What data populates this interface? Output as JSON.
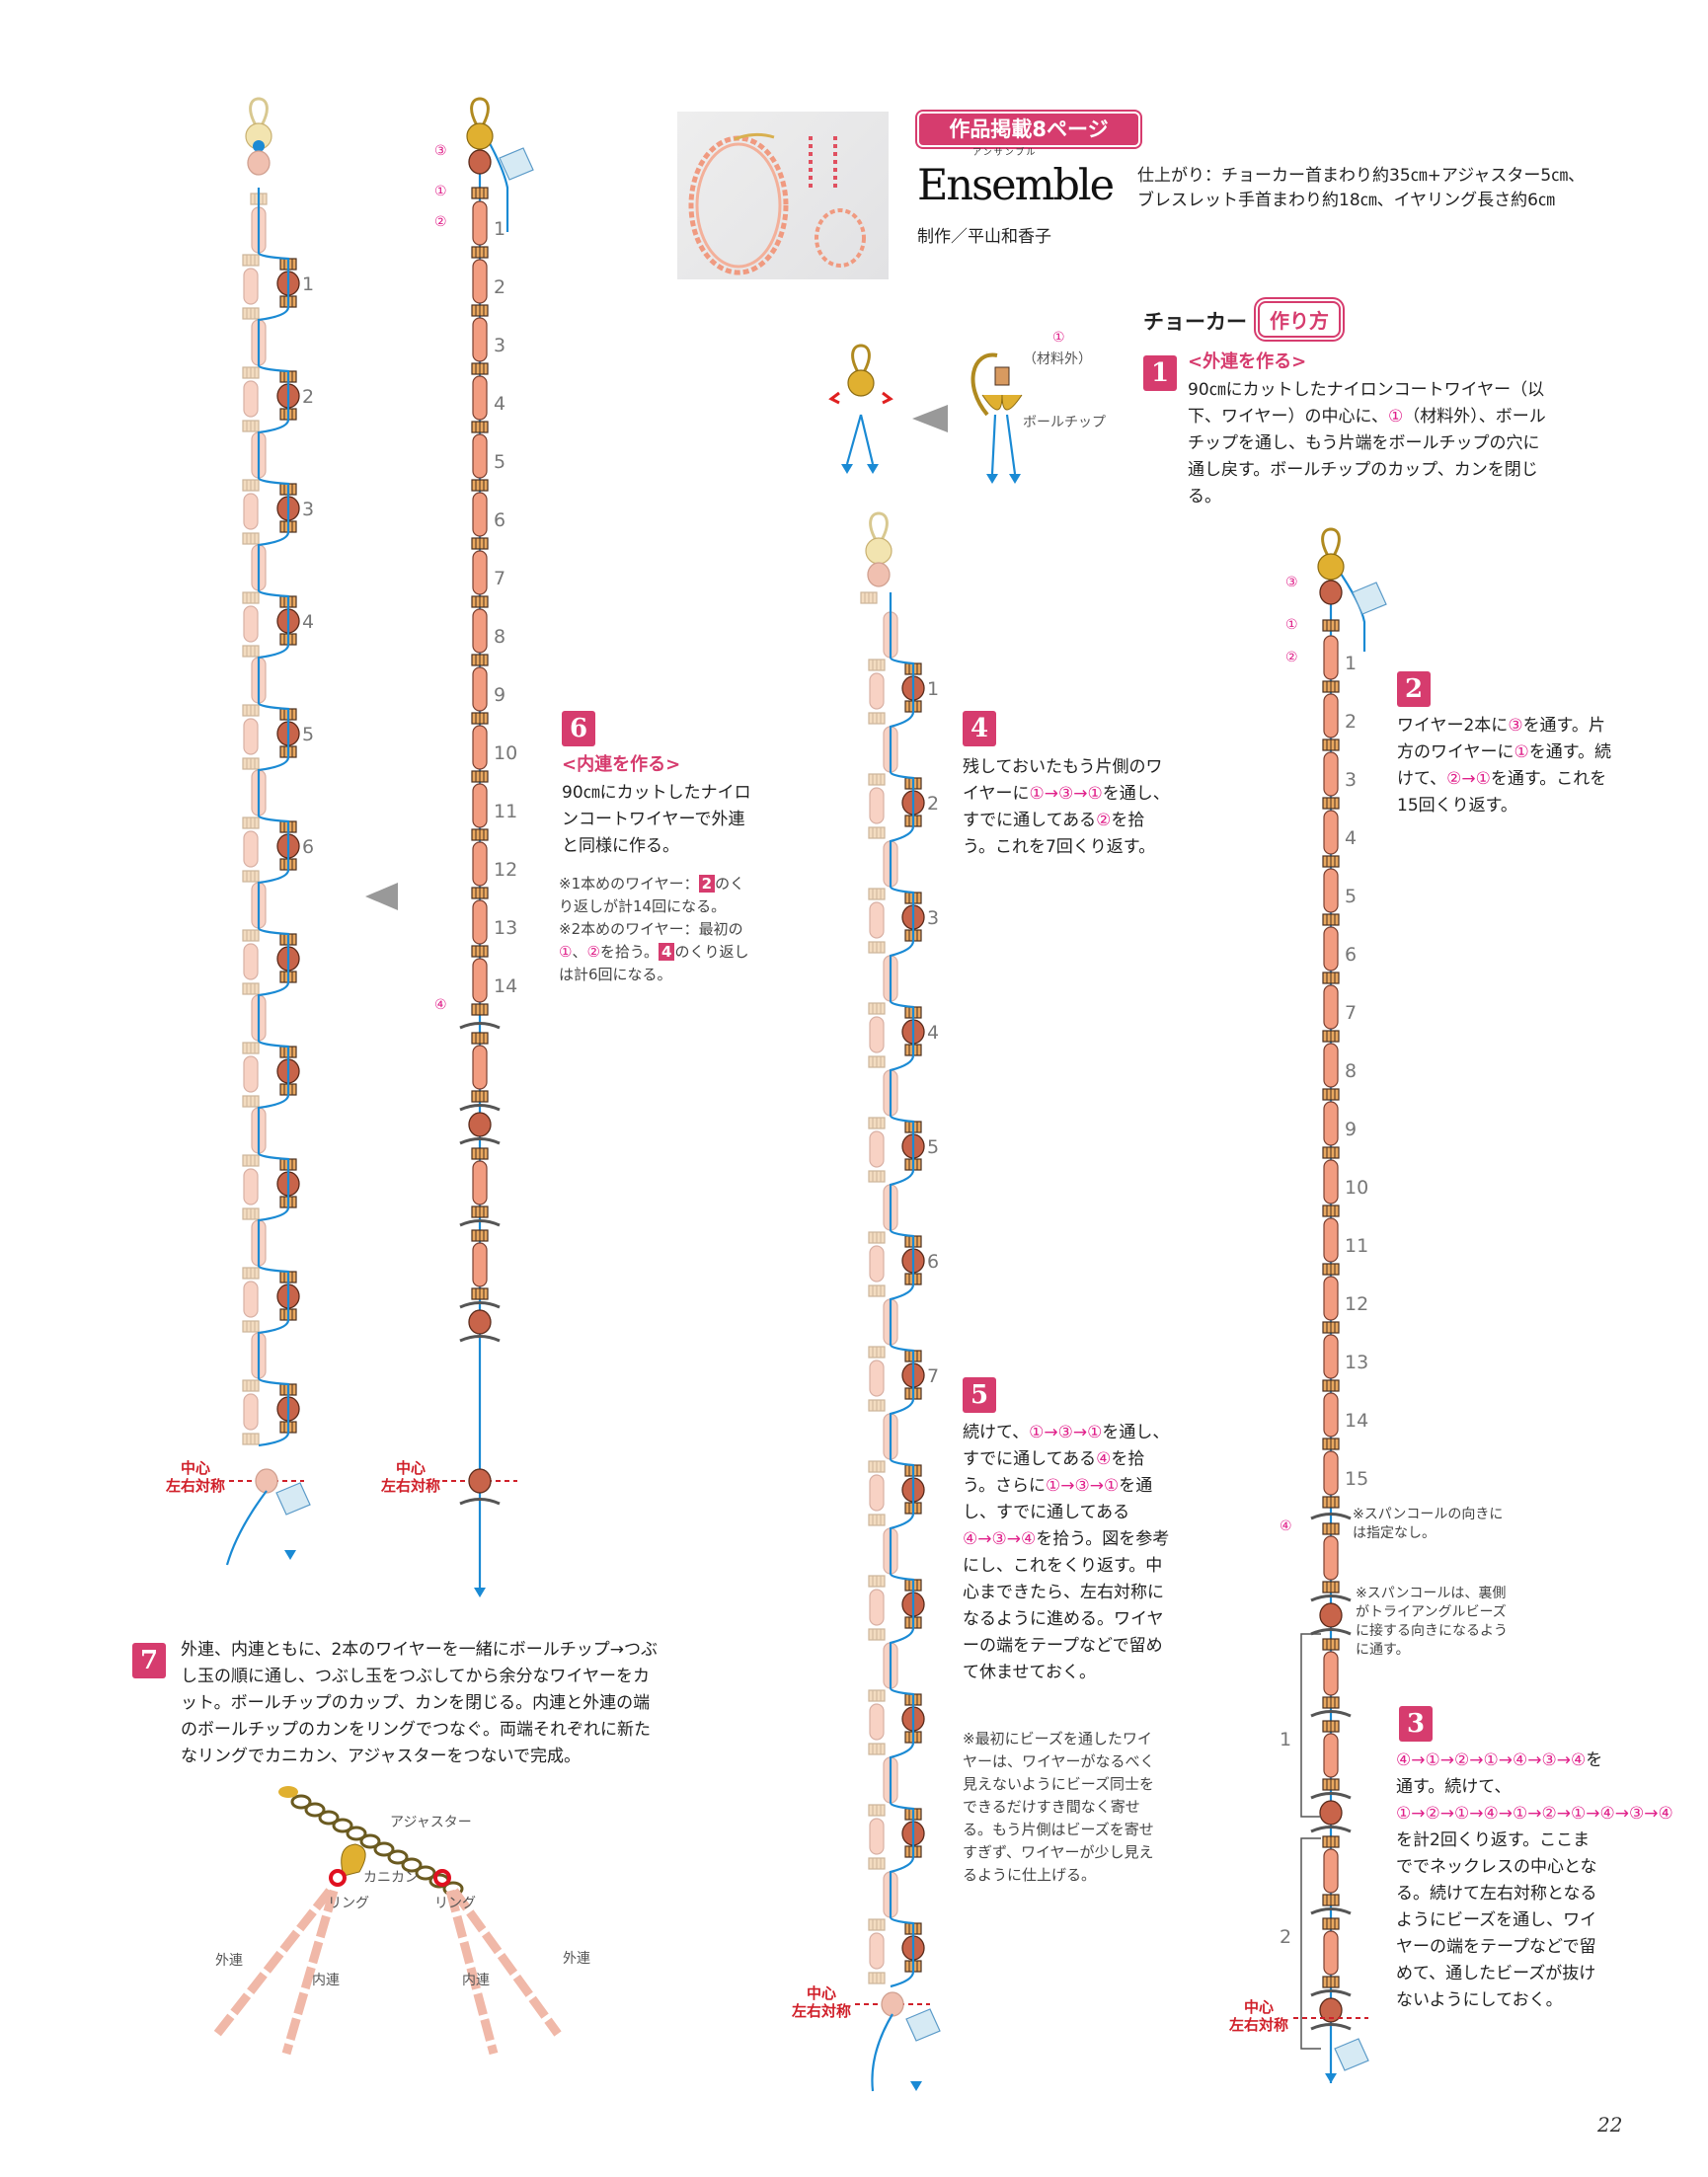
{
  "header": {
    "page_badge": "作品掲載8ページ",
    "title_ruby": "アンサンブル",
    "title": "Ensemble",
    "spec_line1": "仕上がり：チョーカー首まわり約35㎝+アジャスター5㎝、",
    "spec_line2": "ブレスレット手首まわり約18㎝、イヤリング長さ約6㎝",
    "maker": "制作／平山和香子"
  },
  "section": {
    "name": "チョーカー",
    "howto": "作り方"
  },
  "step1": {
    "num": "1",
    "sub": "<外連を作る>",
    "text": "90㎝にカットしたナイロンコートワイヤー（以下、ワイヤー）の中心に、①（材料外）、ボールチップを通し、もう片端をボールチップの穴に通し戻す。ボールチップのカップ、カンを閉じる。",
    "label_circle": "①",
    "label_material": "（材料外）",
    "label_ballchip": "ボールチップ"
  },
  "step2": {
    "num": "2",
    "text": "ワイヤー2本に③を通す。片方のワイヤーに①を通す。続けて、②→①を通す。これを15回くり返す。"
  },
  "step3": {
    "num": "3",
    "text": "④→①→②→①→④→③→④を通す。続けて、①→②→①→④→①→②→①→④→③→④を計2回くり返す。ここまででネックレスの中心となる。続けて左右対称となるようにビーズを通し、ワイヤーの端をテープなどで留めて、通したビーズが抜けないようにしておく。"
  },
  "step4": {
    "num": "4",
    "text": "残しておいたもう片側のワイヤーに①→③→①を通し、すでに通してある②を拾う。これを7回くり返す。"
  },
  "step5": {
    "num": "5",
    "text": "続けて、①→③→①を通し、すでに通してある④を拾う。さらに①→③→①を通し、すでに通してある④→③→④を拾う。図を参考にし、これをくり返す。中心まできたら、左右対称になるように進める。ワイヤーの端をテープなどで留めて休ませておく。",
    "note": "※最初にビーズを通したワイヤーは、ワイヤーがなるべく見えないようにビーズ同士をできるだけすき間なく寄せる。もう片側はビーズを寄せすぎず、ワイヤーが少し見えるように仕上げる。"
  },
  "step6": {
    "num": "6",
    "sub": "<内連を作る>",
    "text": "90㎝にカットしたナイロンコートワイヤーで外連と同様に作る。",
    "note1_pre": "※1本めのワイヤー：",
    "note1_badge": "2",
    "note1_post": "のくり返しが計14回になる。",
    "note2_pre": "※2本めのワイヤー：最初の①、②を拾う。",
    "note2_badge": "4",
    "note2_post": "のくり返しは計6回になる。"
  },
  "step7": {
    "num": "7",
    "text": "外連、内連ともに、2本のワイヤーを一緒にボールチップ→つぶし玉の順に通し、つぶし玉をつぶしてから余分なワイヤーをカット。ボールチップのカップ、カンを閉じる。内連と外連の端のボールチップのカンをリングでつなぐ。両端それぞれに新たなリングでカニカン、アジャスターをつないで完成。",
    "labels": {
      "adjuster": "アジャスター",
      "clasp": "カニカン",
      "ring_left": "リング",
      "ring_right": "リング",
      "outer_left": "外連",
      "inner_left": "内連",
      "inner_right": "内連",
      "outer_right": "外連"
    }
  },
  "notes": {
    "sequin_dir": "※スパンコールの向きには指定なし。",
    "sequin_back": "※スパンコールは、裏側がトライアングルビーズに接する向きになるように通す。"
  },
  "center_label": {
    "line1": "中心",
    "line2": "左右対称"
  },
  "annotations": {
    "c1": "①",
    "c2": "②",
    "c3": "③",
    "c4": "④"
  },
  "chain_labels": {
    "col_a": [
      "1",
      "2",
      "3",
      "4",
      "5",
      "6"
    ],
    "col_b": [
      "1",
      "2",
      "3",
      "4",
      "5",
      "6",
      "7",
      "8",
      "9",
      "10",
      "11",
      "12",
      "13",
      "14"
    ],
    "col_mid": [
      "1",
      "2",
      "3",
      "4",
      "5",
      "6",
      "7"
    ],
    "col_right": [
      "1",
      "2",
      "3",
      "4",
      "5",
      "6",
      "7",
      "8",
      "9",
      "10",
      "11",
      "12",
      "13",
      "14",
      "15"
    ],
    "bracket": [
      "1",
      "2"
    ]
  },
  "page_number": "22",
  "colors": {
    "accent": "#d63c6e",
    "wire": "#1a8ad4",
    "circle_num": "#e0208a",
    "center_red": "#d0202a"
  }
}
